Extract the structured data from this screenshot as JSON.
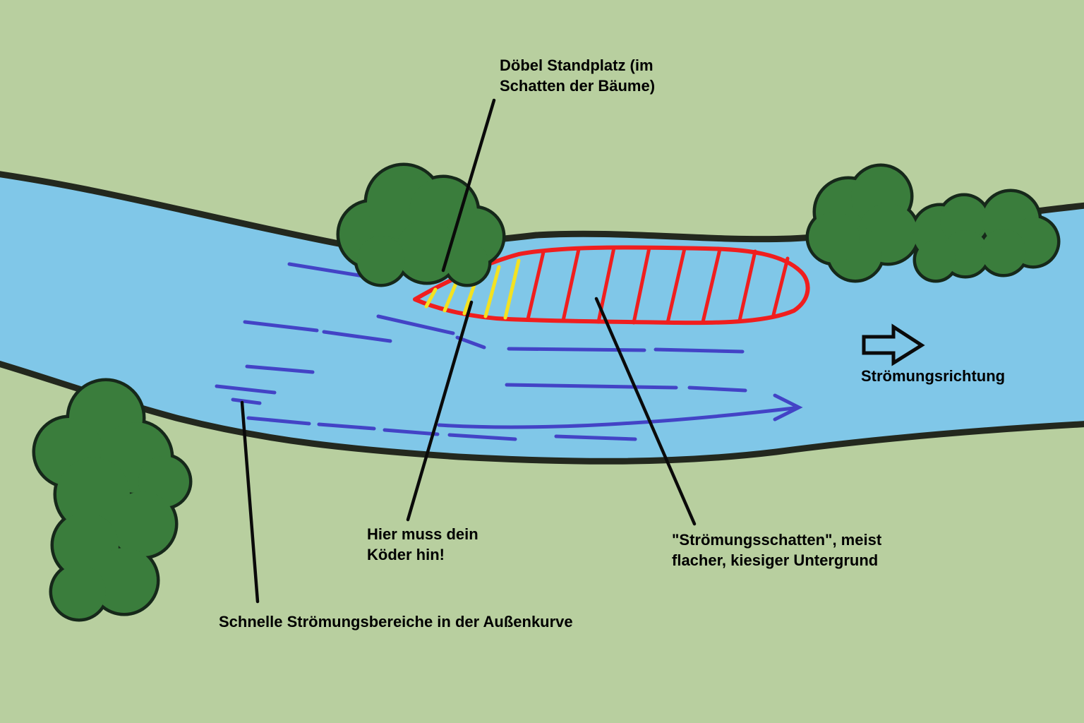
{
  "labels": {
    "standplatz": {
      "line1": "Döbel Standplatz (im",
      "line2": "Schatten der Bäume)"
    },
    "koeder": {
      "line1": "Hier muss dein",
      "line2": "Köder hin!"
    },
    "schatten": {
      "line1": "\"Strömungsschatten\", meist",
      "line2": "flacher, kiesiger Untergrund"
    },
    "aussenkurve": {
      "text": "Schnelle Strömungsbereiche in der Außenkurve"
    },
    "richtung": {
      "text": "Strömungsrichtung"
    }
  },
  "colors": {
    "grass": "#b8cf9f",
    "river": "#80c7e8",
    "bank_outline": "#23281e",
    "tree": "#3a7d3c",
    "tree_outline": "#16281a",
    "current": "#4343c6",
    "zone": "#f01e1e",
    "bait": "#f3e222",
    "annotation": "#0a0a0a",
    "text": "#000000"
  }
}
